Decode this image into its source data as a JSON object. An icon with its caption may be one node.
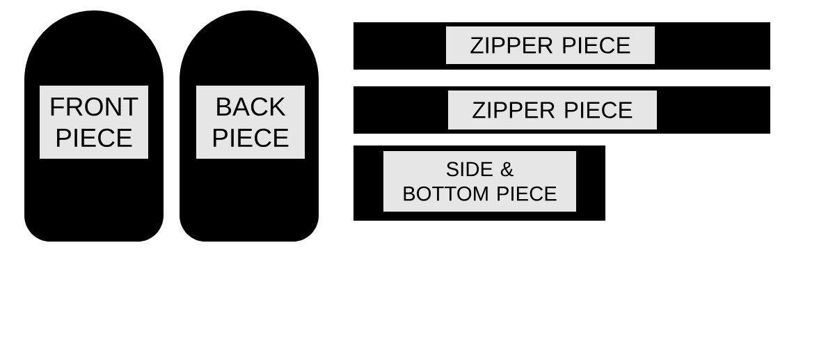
{
  "diagram": {
    "nodes": [
      {
        "text": [
          "FRONT PIECE"
        ]
      },
      {
        "text": [
          "BACK PIECE"
        ]
      },
      {
        "text": [
          "ZIPPER PIECE"
        ]
      },
      {
        "text": [
          "ZIPPER PIECE"
        ]
      },
      {
        "text": [
          "SIDE & BOTTOM PIECE"
        ]
      }
    ]
  }
}
